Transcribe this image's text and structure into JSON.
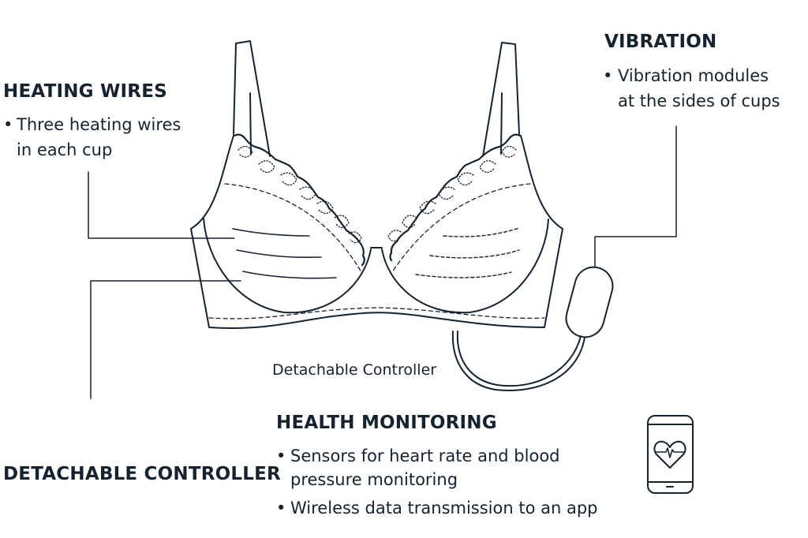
{
  "heating": {
    "title": "HEATING WIRES",
    "bullets": [
      "Three heating wires",
      "in each cup"
    ]
  },
  "vibration": {
    "title": "VIBRATION",
    "bullets": [
      "Vibration modules",
      "at the sides of cups"
    ]
  },
  "controller_caption": "Detachable Controller",
  "health": {
    "title": "HEALTH MONITORING",
    "bullets": [
      "Sensors for heart rate and blood",
      "pressure monitoring",
      "Wireless data transmission to an app"
    ]
  },
  "detachable": {
    "title": "DETACHABLE CONTROLLER"
  },
  "bullet_char": "•",
  "colors": {
    "ink": "#17222f",
    "background": "#ffffff"
  },
  "icons": [
    "smartphone-heart-icon",
    "controller-pod-icon"
  ]
}
